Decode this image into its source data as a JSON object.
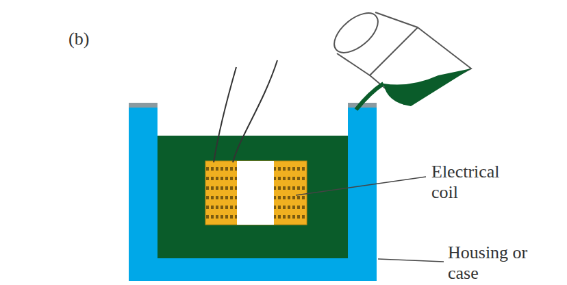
{
  "diagram": {
    "labels": [
      "(b)",
      "Electrical coil",
      "Housing or case"
    ]
  }
}
